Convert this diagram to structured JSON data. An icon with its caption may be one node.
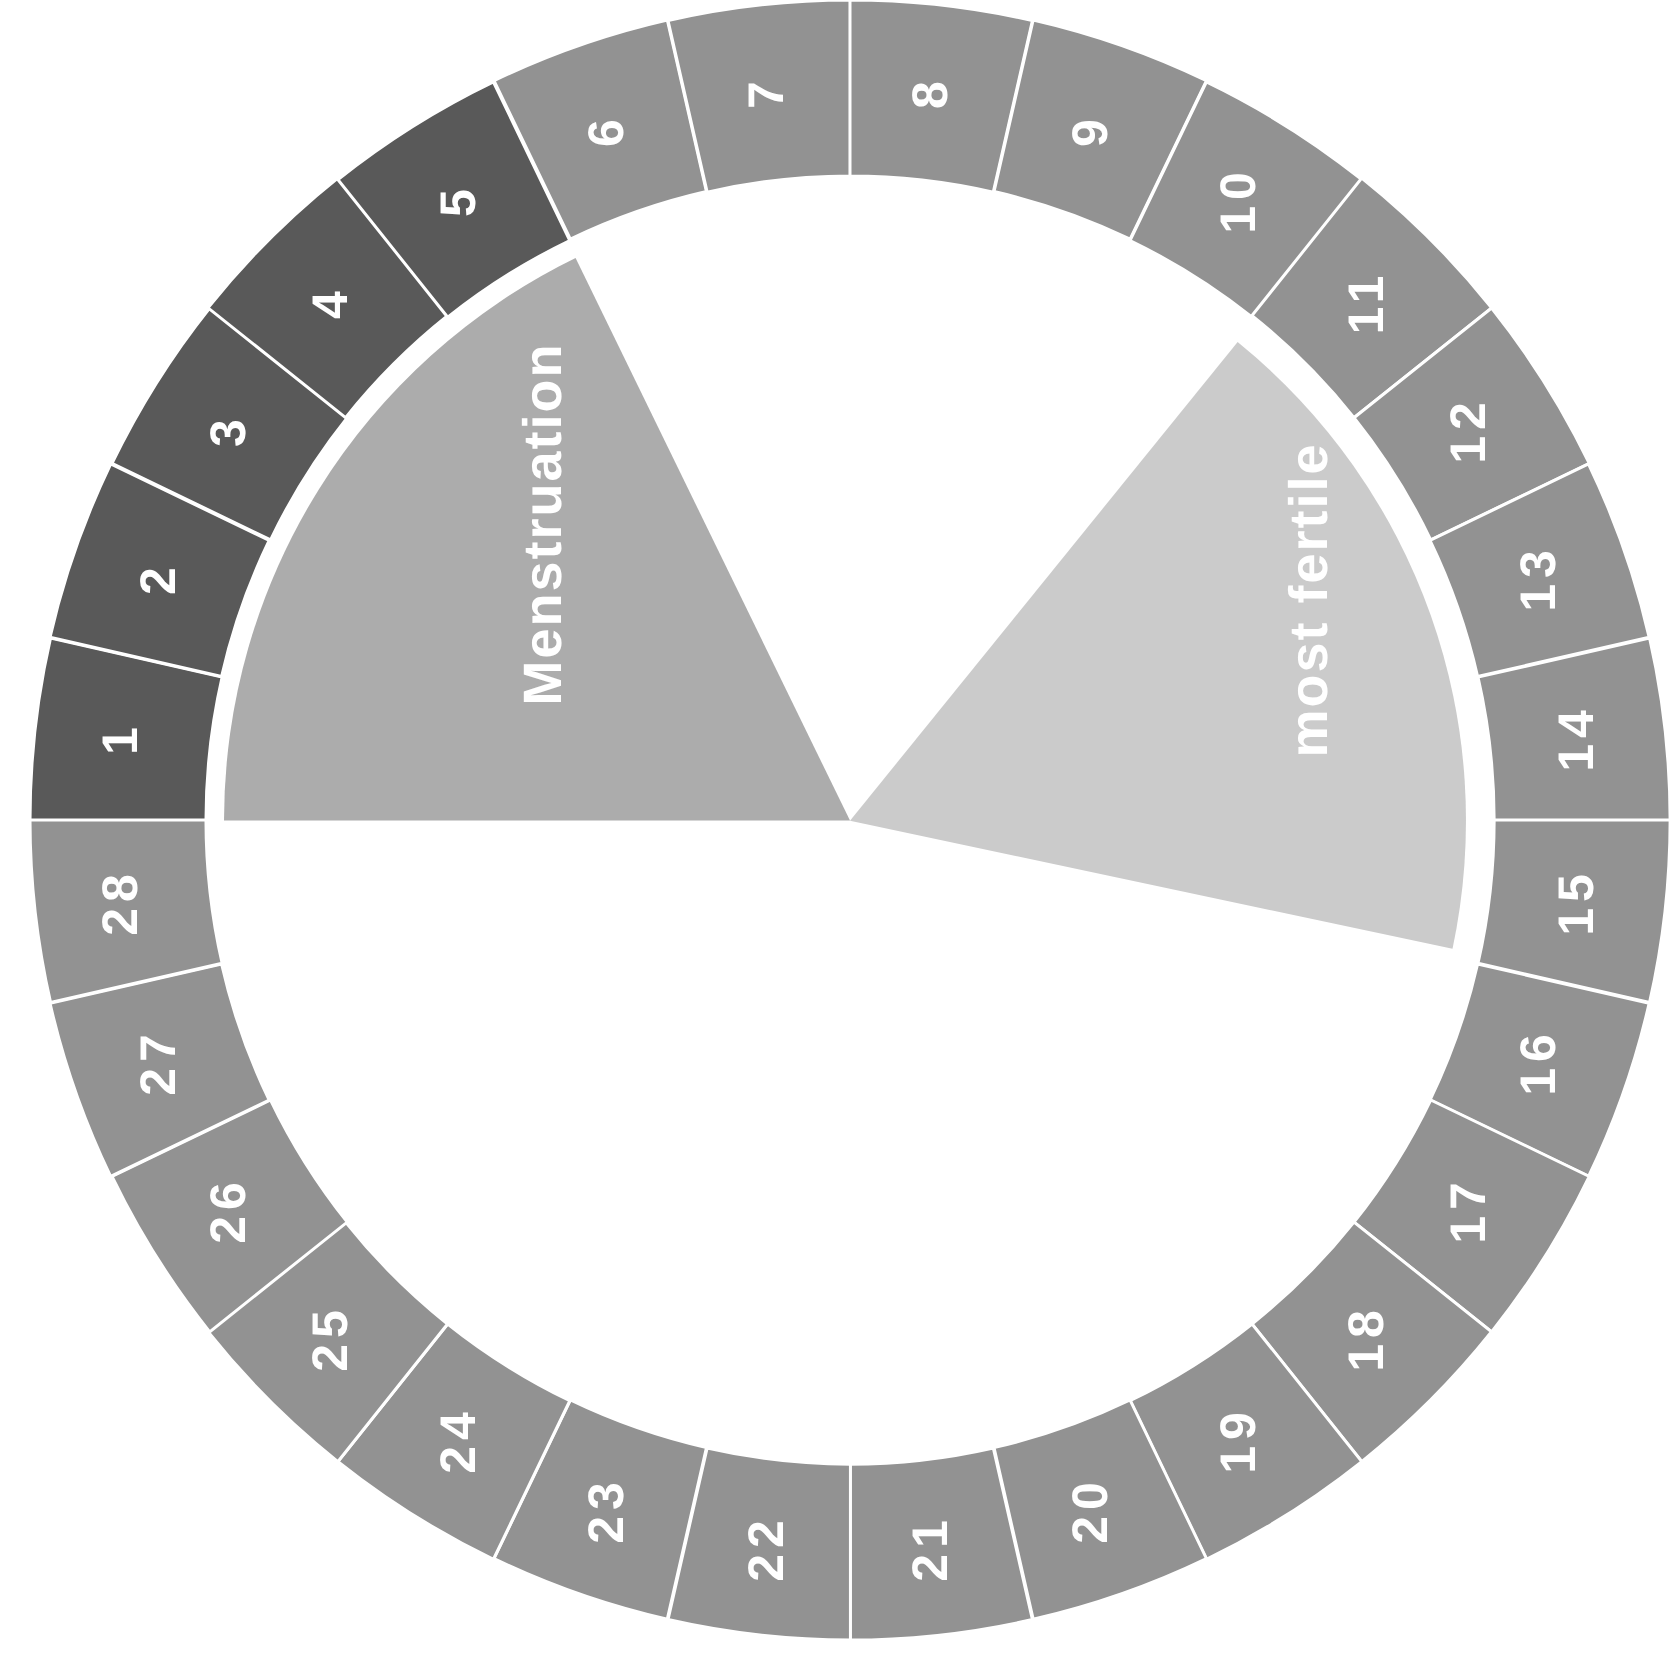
{
  "diagram": {
    "nodes": [
      {
        "text": [
          "1"
        ]
      },
      {
        "text": [
          "2"
        ]
      },
      {
        "text": [
          "3"
        ]
      },
      {
        "text": [
          "4"
        ]
      },
      {
        "text": [
          "5"
        ]
      },
      {
        "text": [
          "6"
        ]
      },
      {
        "text": [
          "7"
        ]
      },
      {
        "text": [
          "8"
        ]
      },
      {
        "text": [
          "9"
        ]
      },
      {
        "text": [
          "10"
        ]
      },
      {
        "text": [
          "11"
        ]
      },
      {
        "text": [
          "12"
        ]
      },
      {
        "text": [
          "13"
        ]
      },
      {
        "text": [
          "14"
        ]
      },
      {
        "text": [
          "15"
        ]
      },
      {
        "text": [
          "16"
        ]
      },
      {
        "text": [
          "17"
        ]
      },
      {
        "text": [
          "18"
        ]
      },
      {
        "text": [
          "19"
        ]
      },
      {
        "text": [
          "20"
        ]
      },
      {
        "text": [
          "21"
        ]
      },
      {
        "text": [
          "22"
        ]
      },
      {
        "text": [
          "23"
        ]
      },
      {
        "text": [
          "24"
        ]
      },
      {
        "text": [
          "25"
        ]
      },
      {
        "text": [
          "26"
        ]
      },
      {
        "text": [
          "27"
        ]
      },
      {
        "text": [
          "28"
        ]
      },
      {
        "text": [
          "Menstruation"
        ]
      },
      {
        "text": [
          "most fertile"
        ]
      }
    ]
  }
}
